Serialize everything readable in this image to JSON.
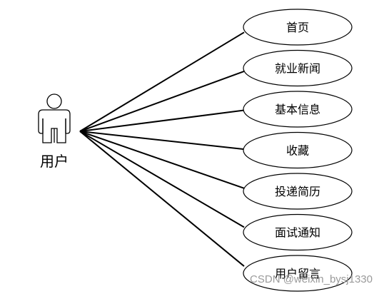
{
  "diagram": {
    "type": "use-case",
    "actor": {
      "label": "用户"
    },
    "use_cases": [
      {
        "id": "home",
        "label": "首页"
      },
      {
        "id": "employment-news",
        "label": "就业新闻"
      },
      {
        "id": "basic-info",
        "label": "基本信息"
      },
      {
        "id": "favorites",
        "label": "收藏"
      },
      {
        "id": "submit-resume",
        "label": "投递简历"
      },
      {
        "id": "interview-notice",
        "label": "面试通知"
      },
      {
        "id": "user-message",
        "label": "用户留言"
      }
    ],
    "associations": [
      {
        "from": "actor",
        "to": "home"
      },
      {
        "from": "actor",
        "to": "employment-news"
      },
      {
        "from": "actor",
        "to": "basic-info"
      },
      {
        "from": "actor",
        "to": "favorites"
      },
      {
        "from": "actor",
        "to": "submit-resume"
      },
      {
        "from": "actor",
        "to": "interview-notice"
      },
      {
        "from": "actor",
        "to": "user-message"
      }
    ]
  },
  "watermark": "CSDN @weixin_bysj1330",
  "colors": {
    "line": "#000000",
    "fill": "#ffffff",
    "watermark": "#9a9a9a"
  }
}
